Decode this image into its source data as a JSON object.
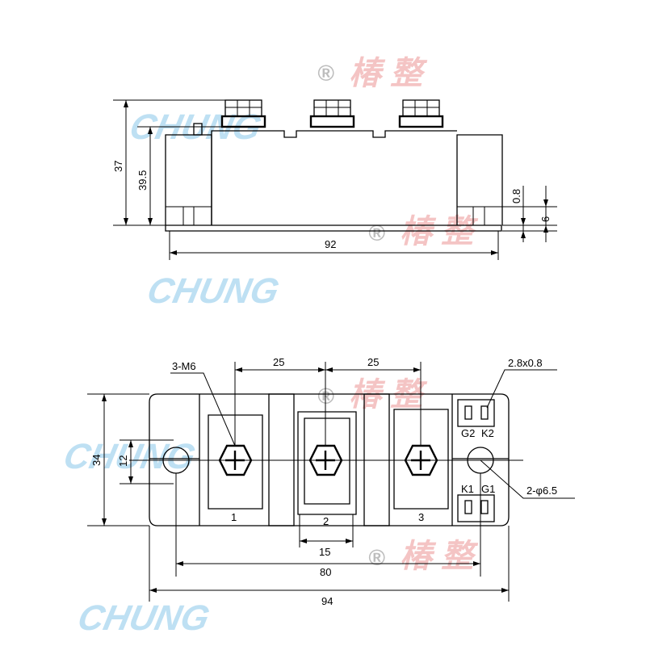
{
  "side_view": {
    "dims": {
      "height_total": "37",
      "height_body": "39.5",
      "base_thk": "0.8",
      "base_step": "6",
      "length": "92"
    }
  },
  "top_view": {
    "dims": {
      "pitch_a": "25",
      "pitch_b": "25",
      "terminal_spacing": "15",
      "hole_pitch": "80",
      "overall_length": "94",
      "width": "34",
      "center_offset": "12"
    },
    "callouts": {
      "screws": "3-M6",
      "tab": "2.8x0.8",
      "holes": "2-φ6.5"
    },
    "terminals": [
      "1",
      "2",
      "3"
    ],
    "gates": {
      "g2": "G2",
      "k2": "K2",
      "k1": "K1",
      "g1": "G1"
    }
  },
  "watermark": {
    "latin": "CHUNG",
    "cjk": "椿 整",
    "mark": "®"
  },
  "colors": {
    "ink": "#000000",
    "watermark_blue": "#a9d6ef",
    "watermark_red": "#f2b6b6"
  }
}
